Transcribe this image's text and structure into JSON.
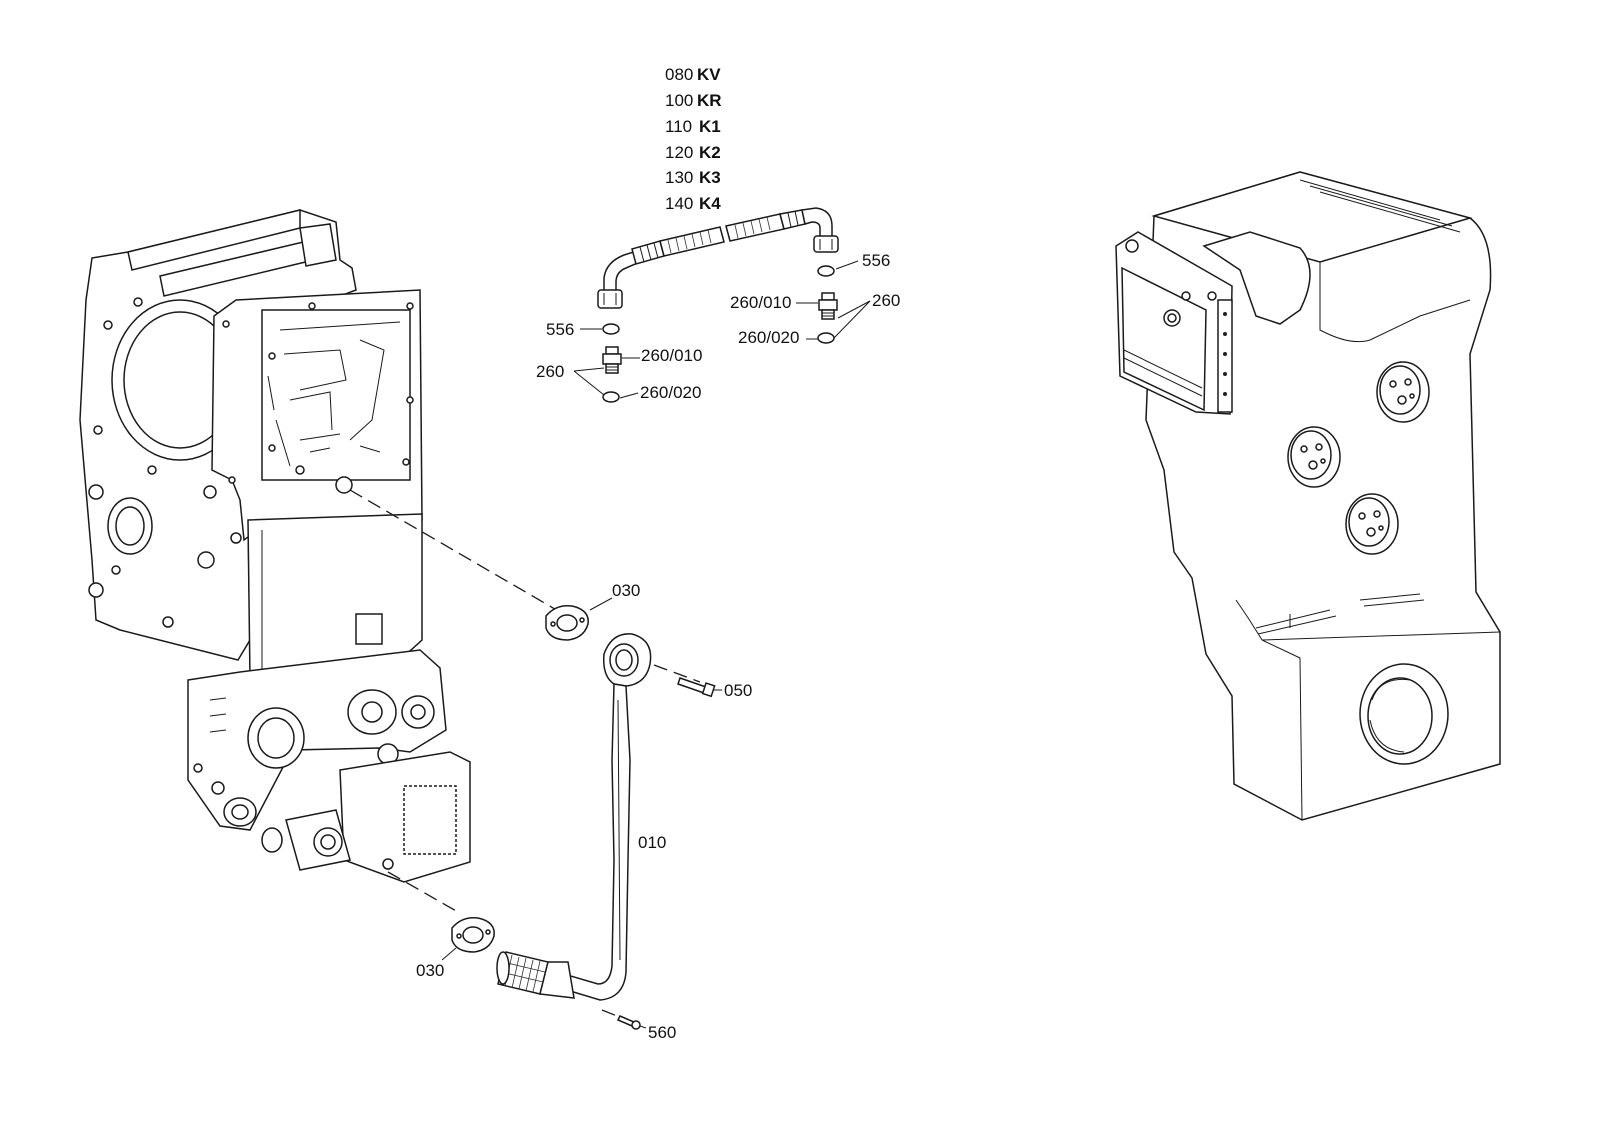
{
  "legend": [
    {
      "num": "080",
      "code": "KV"
    },
    {
      "num": "100",
      "code": "KR"
    },
    {
      "num": "110",
      "code": "K1"
    },
    {
      "num": "120",
      "code": "K2"
    },
    {
      "num": "130",
      "code": "K3"
    },
    {
      "num": "140",
      "code": "K4"
    }
  ],
  "callouts": {
    "p556_right": "556",
    "p556_left": "556",
    "p260_010_right": "260/010",
    "p260_right": "260",
    "p260_020_right": "260/020",
    "p260_010_left": "260/010",
    "p260_left": "260",
    "p260_020_left": "260/020",
    "p030_top": "030",
    "p050": "050",
    "p010": "010",
    "p030_bottom": "030",
    "p560": "560"
  }
}
